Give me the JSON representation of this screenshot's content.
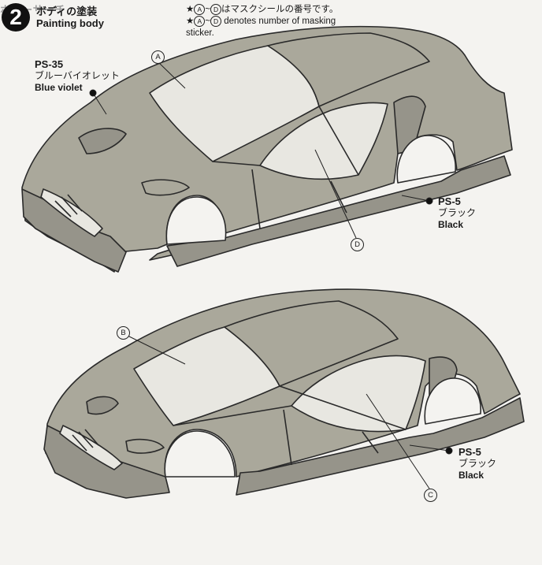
{
  "header": {
    "watermark": "ホビーサーチ",
    "step_number": "2",
    "title_jp": "ボディの塗装",
    "title_en": "Painting body",
    "note_jp": "はマスクシールの番号です。",
    "note_en_1": "denotes number of masking",
    "note_en_2": "sticker.",
    "note_range_start": "A",
    "note_range_end": "D",
    "note_tilde": "~",
    "note_star": "★"
  },
  "paints": {
    "ps35": {
      "code": "PS-35",
      "name_jp": "ブルーバイオレット",
      "name_en": "Blue violet"
    },
    "ps5_top": {
      "code": "PS-5",
      "name_jp": "ブラック",
      "name_en": "Black"
    },
    "ps5_bottom": {
      "code": "PS-5",
      "name_jp": "ブラック",
      "name_en": "Black"
    }
  },
  "callouts": {
    "a": "A",
    "b": "B",
    "c": "C",
    "d": "D"
  },
  "colors": {
    "body_fill": "#aaa89b",
    "window_fill": "#e8e7e1",
    "skirt_fill": "#96948a",
    "line": "#2a2a2a",
    "background": "#f4f3f0"
  }
}
